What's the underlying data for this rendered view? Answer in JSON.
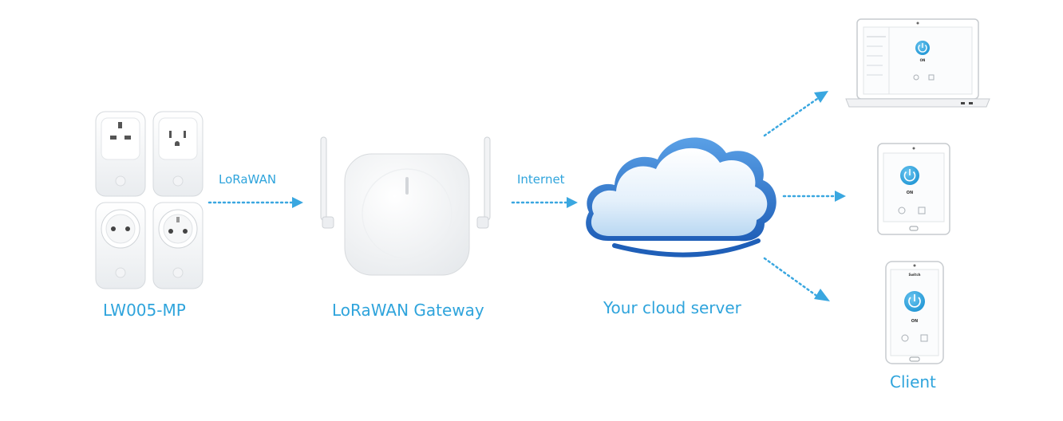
{
  "nodes": {
    "device": {
      "label": "LW005-MP"
    },
    "gateway": {
      "label": "LoRaWAN Gateway"
    },
    "cloud": {
      "label": "Your cloud server"
    },
    "client": {
      "label": "Client"
    }
  },
  "links": {
    "device_to_gateway": "LoRaWAN",
    "gateway_to_cloud": "Internet"
  },
  "screens": {
    "status": "ON",
    "phone_header": "Switch"
  },
  "colors": {
    "accent": "#2fa4dc",
    "arrow": "#3aa7e0",
    "cloud_top": "#2a6fc9",
    "power_button": "#2fa4dc"
  }
}
